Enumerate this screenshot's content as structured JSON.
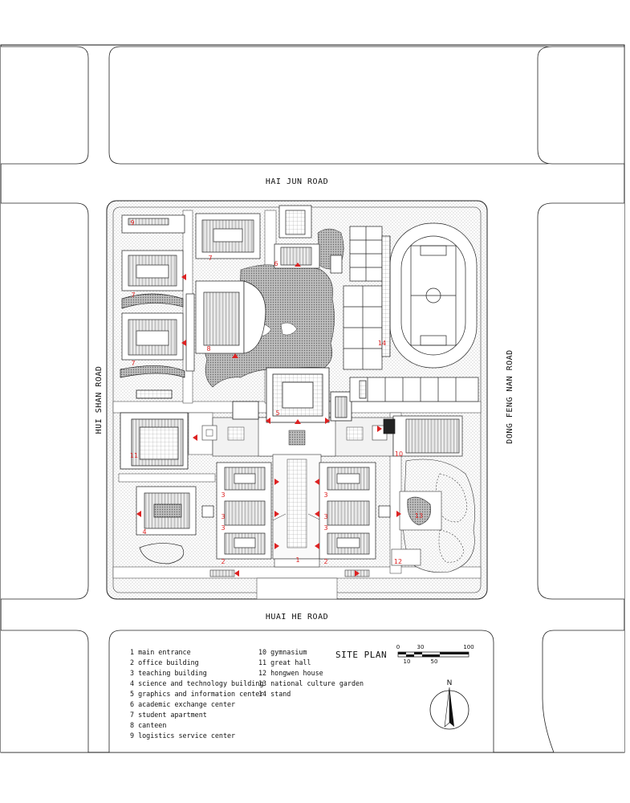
{
  "roads": {
    "north": "HAI JUN ROAD",
    "south": "HUAI HE ROAD",
    "west": "HUI SHAN ROAD",
    "east": "DONG FENG NAN ROAD"
  },
  "title": "SITE PLAN",
  "scale": {
    "top": [
      "0",
      "30",
      "100"
    ],
    "bottom": [
      "10",
      "50"
    ]
  },
  "north_label": "N",
  "legend_left": [
    "1 main entrance",
    "2 office building",
    "3 teaching building",
    "4 science and technology building",
    "5 graphics and information center",
    "6 academic exchange center",
    "7 student apartment",
    "8 canteen",
    "9 logistics service center"
  ],
  "legend_right": [
    "10 gymnasium",
    "11 great hall",
    "12 hongwen house",
    "13 national culture garden",
    "14 stand"
  ],
  "markers": [
    "1",
    "2",
    "2",
    "3",
    "3",
    "3",
    "3",
    "3",
    "3",
    "4",
    "5",
    "6",
    "7",
    "7",
    "7",
    "8",
    "9",
    "10",
    "11",
    "12",
    "13",
    "14"
  ],
  "colors": {
    "line": "#111111",
    "marker": "#dd2222",
    "hatch": "#777777"
  }
}
